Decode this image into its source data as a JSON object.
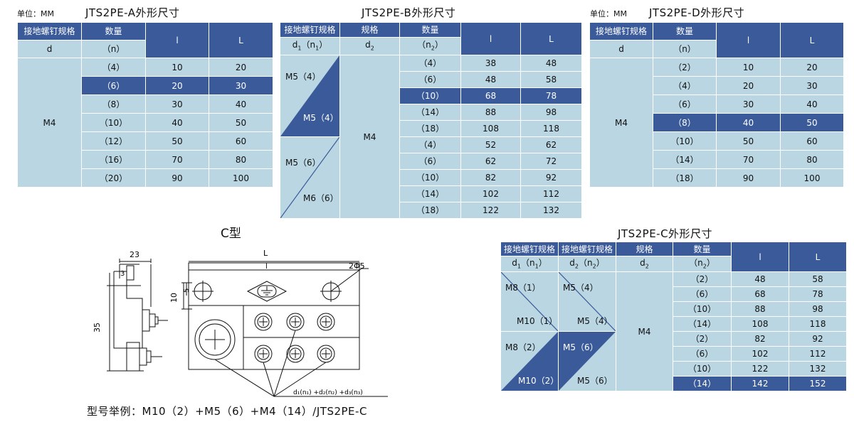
{
  "unit_label": "单位：MM",
  "tableA": {
    "title": "JTS2PE-A外形尺寸",
    "headers": [
      "接地螺钉规格",
      "数量",
      "l",
      "L"
    ],
    "subheaders": [
      "d",
      "（n）"
    ],
    "spec": "M4",
    "rows": [
      {
        "n": "（4）",
        "l": "10",
        "L": "20"
      },
      {
        "n": "（6）",
        "l": "20",
        "L": "30"
      },
      {
        "n": "（8）",
        "l": "30",
        "L": "40"
      },
      {
        "n": "（10）",
        "l": "40",
        "L": "50"
      },
      {
        "n": "（12）",
        "l": "50",
        "L": "60"
      },
      {
        "n": "（16）",
        "l": "70",
        "L": "80"
      },
      {
        "n": "（20）",
        "l": "90",
        "L": "100"
      }
    ],
    "highlight_row": 1
  },
  "tableB": {
    "title": "JTS2PE-B外形尺寸",
    "headers": [
      "接地螺钉规格",
      "规格",
      "数量",
      "l",
      "L"
    ],
    "sub_d": "d",
    "sub_d_idx": "1",
    "sub_n_idx": "1",
    "sub_spec_d": "d",
    "sub_spec_idx": "2",
    "sub_n2": "n",
    "sub_n2_idx": "2",
    "diag1_top": "M5（4）",
    "diag1_bot": "M5（4）",
    "diag2_top": "M5（6）",
    "diag2_bot": "M6（6）",
    "spec": "M4",
    "rows": [
      {
        "n": "（4）",
        "l": "38",
        "L": "48"
      },
      {
        "n": "（6）",
        "l": "48",
        "L": "58"
      },
      {
        "n": "（10）",
        "l": "68",
        "L": "78"
      },
      {
        "n": "（14）",
        "l": "88",
        "L": "98"
      },
      {
        "n": "（18）",
        "l": "108",
        "L": "118"
      },
      {
        "n": "（4）",
        "l": "52",
        "L": "62"
      },
      {
        "n": "（6）",
        "l": "62",
        "L": "72"
      },
      {
        "n": "（10）",
        "l": "82",
        "L": "92"
      },
      {
        "n": "（14）",
        "l": "102",
        "L": "112"
      },
      {
        "n": "（18）",
        "l": "122",
        "L": "132"
      }
    ],
    "highlight_row": 2
  },
  "tableD": {
    "title": "JTS2PE-D外形尺寸",
    "headers": [
      "接地螺钉规格",
      "数量",
      "l",
      "L"
    ],
    "subheaders": [
      "d",
      "（n）"
    ],
    "spec": "M4",
    "rows": [
      {
        "n": "（2）",
        "l": "10",
        "L": "20"
      },
      {
        "n": "（4）",
        "l": "20",
        "L": "30"
      },
      {
        "n": "（6）",
        "l": "30",
        "L": "40"
      },
      {
        "n": "（8）",
        "l": "40",
        "L": "50"
      },
      {
        "n": "（10）",
        "l": "50",
        "L": "60"
      },
      {
        "n": "（14）",
        "l": "70",
        "L": "80"
      },
      {
        "n": "（18）",
        "l": "90",
        "L": "100"
      }
    ],
    "highlight_row": 3
  },
  "tableC": {
    "title": "JTS2PE-C外形尺寸",
    "headers": [
      "接地螺钉规格",
      "接地螺钉规格",
      "规格",
      "数量",
      "l",
      "L"
    ],
    "sub1": "d",
    "sub1_idx": "1",
    "sub1_n": "n",
    "sub2": "d",
    "sub2_idx": "2",
    "sub2_n": "n",
    "sub3": "d",
    "sub3_idx": "2",
    "sub4": "n",
    "sub4_idx": "2",
    "c1_top": "M8（1）",
    "c1_bot": "M10（1）",
    "c2_top": "M5（4）",
    "c2_bot": "M5（4）",
    "c3_top": "M8（2）",
    "c3_bot": "M10（2）",
    "c4_top": "M5（6）",
    "c4_bot": "M5（6）",
    "spec": "M4",
    "rows": [
      {
        "n": "（2）",
        "l": "48",
        "L": "58"
      },
      {
        "n": "（6）",
        "l": "68",
        "L": "78"
      },
      {
        "n": "（10）",
        "l": "88",
        "L": "98"
      },
      {
        "n": "（14）",
        "l": "108",
        "L": "118"
      },
      {
        "n": "（2）",
        "l": "82",
        "L": "92"
      },
      {
        "n": "（6）",
        "l": "102",
        "L": "112"
      },
      {
        "n": "（10）",
        "l": "122",
        "L": "132"
      },
      {
        "n": "（14）",
        "l": "142",
        "L": "152"
      }
    ],
    "highlight_row": 7
  },
  "drawing": {
    "title": "C型",
    "dim_23": "23",
    "dim_3": "3",
    "dim_35": "35",
    "dim_L": "L",
    "dim_l": "l",
    "dim_10": "10",
    "dim_5": "5",
    "hole_label": "2Φ5",
    "formula_d": "d",
    "formula": "d₁(n₁) +d₂(n₂) +d₃(n₃)"
  },
  "example": "型号举例：M10（2）+M5（6）+M4（14）/JTS2PE-C",
  "colors": {
    "header": "#3a5a9a",
    "light": "#b9d6e2"
  }
}
